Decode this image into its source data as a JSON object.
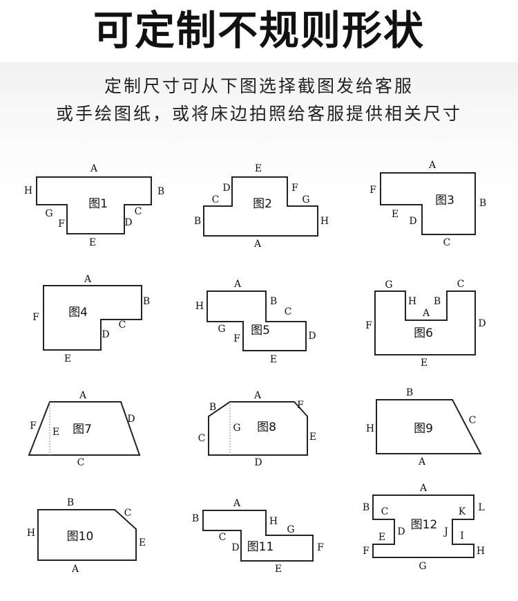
{
  "title": "可定制不规则形状",
  "subtitle_line1": "定制尺寸可从下图选择截图发给客服",
  "subtitle_line2": "或手绘图纸，或将床边拍照给客服提供相关尺寸",
  "figures": [
    {
      "name": "图1",
      "labels": [
        "A",
        "B",
        "C",
        "D",
        "E",
        "F",
        "G",
        "H"
      ]
    },
    {
      "name": "图2",
      "labels": [
        "E",
        "D",
        "F",
        "C",
        "G",
        "B",
        "H",
        "A"
      ]
    },
    {
      "name": "图3",
      "labels": [
        "A",
        "F",
        "B",
        "E",
        "D",
        "C"
      ]
    },
    {
      "name": "图4",
      "labels": [
        "A",
        "B",
        "F",
        "C",
        "D",
        "E"
      ]
    },
    {
      "name": "图5",
      "labels": [
        "A",
        "H",
        "B",
        "C",
        "G",
        "F",
        "D",
        "E"
      ]
    },
    {
      "name": "图6",
      "labels": [
        "G",
        "C",
        "H",
        "B",
        "A",
        "F",
        "D",
        "E"
      ]
    },
    {
      "name": "图7",
      "labels": [
        "A",
        "F",
        "E",
        "D",
        "C"
      ]
    },
    {
      "name": "图8",
      "labels": [
        "B",
        "A",
        "F",
        "C",
        "G",
        "E",
        "D"
      ]
    },
    {
      "name": "图9",
      "labels": [
        "B",
        "H",
        "C",
        "A"
      ]
    },
    {
      "name": "图10",
      "labels": [
        "B",
        "C",
        "H",
        "E",
        "A"
      ]
    },
    {
      "name": "图11",
      "labels": [
        "A",
        "B",
        "H",
        "G",
        "C",
        "D",
        "F",
        "E"
      ]
    },
    {
      "name": "图12",
      "labels": [
        "A",
        "B",
        "C",
        "K",
        "L",
        "D",
        "E",
        "J",
        "I",
        "F",
        "H",
        "G"
      ]
    }
  ]
}
